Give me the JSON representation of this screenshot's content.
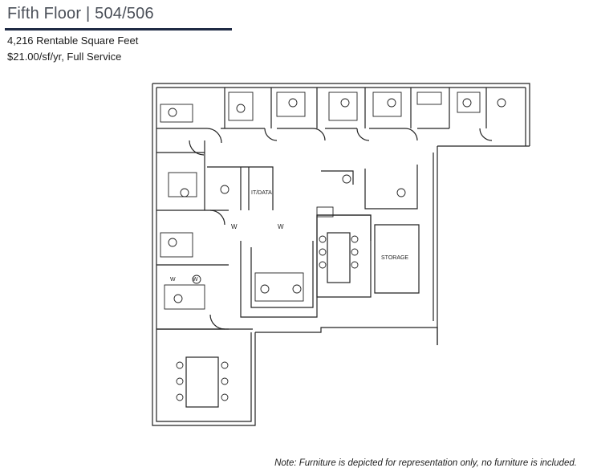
{
  "header": {
    "title": "Fifth Floor | 504/506",
    "area": "4,216 Rentable Square Feet",
    "rate": "$21.00/sf/yr, Full Service"
  },
  "plan": {
    "labels": {
      "it_data": "IT/DATA",
      "storage": "STORAGE",
      "w": "W"
    }
  },
  "footer": {
    "note": "Note:  Furniture is depicted for representation only, no furniture is included."
  },
  "colors": {
    "rule": "#1f2a44",
    "title": "#4a4f58",
    "line": "#222222"
  }
}
